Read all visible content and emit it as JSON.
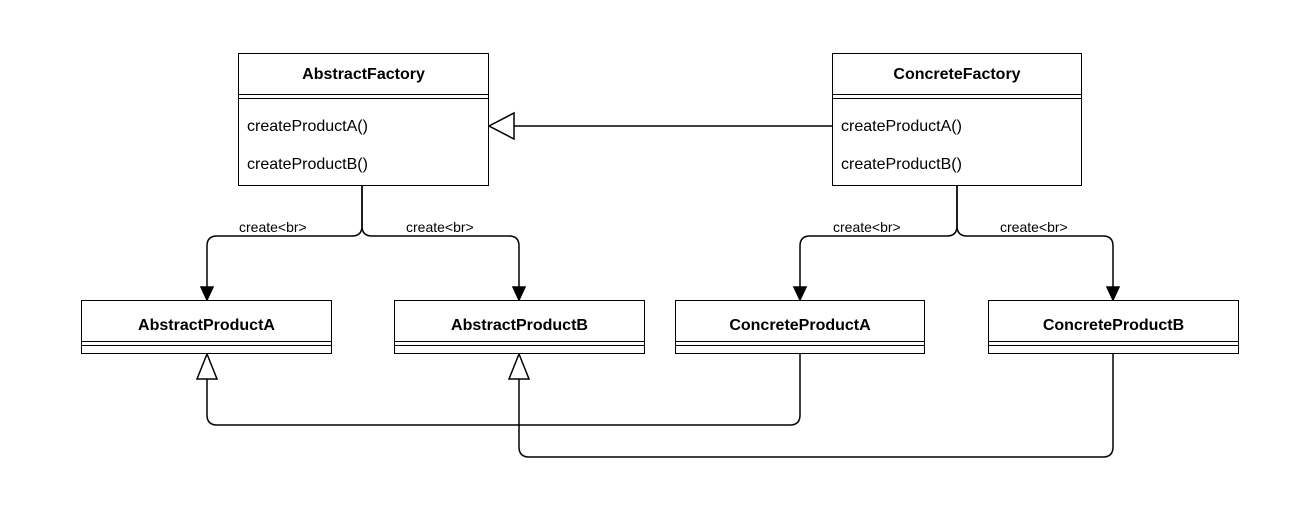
{
  "classes": {
    "abstract_factory": {
      "name": "AbstractFactory",
      "methods": [
        "createProductA()",
        "createProductB()"
      ]
    },
    "concrete_factory": {
      "name": "ConcreteFactory",
      "methods": [
        "createProductA()",
        "createProductB()"
      ]
    },
    "abstract_product_a": {
      "name": "AbstractProductA"
    },
    "abstract_product_b": {
      "name": "AbstractProductB"
    },
    "concrete_product_a": {
      "name": "ConcreteProductA"
    },
    "concrete_product_b": {
      "name": "ConcreteProductB"
    }
  },
  "edge_labels": {
    "af_to_apa": "create<br>",
    "af_to_apb": "create<br>",
    "cf_to_cpa": "create<br>",
    "cf_to_cpb": "create<br>"
  },
  "relations": [
    {
      "from": "ConcreteFactory",
      "to": "AbstractFactory",
      "kind": "generalization"
    },
    {
      "from": "ConcreteProductA",
      "to": "AbstractProductA",
      "kind": "generalization"
    },
    {
      "from": "ConcreteProductB",
      "to": "AbstractProductB",
      "kind": "generalization"
    },
    {
      "from": "AbstractFactory",
      "to": "AbstractProductA",
      "kind": "association"
    },
    {
      "from": "AbstractFactory",
      "to": "AbstractProductB",
      "kind": "association"
    },
    {
      "from": "ConcreteFactory",
      "to": "ConcreteProductA",
      "kind": "association"
    },
    {
      "from": "ConcreteFactory",
      "to": "ConcreteProductB",
      "kind": "association"
    }
  ]
}
